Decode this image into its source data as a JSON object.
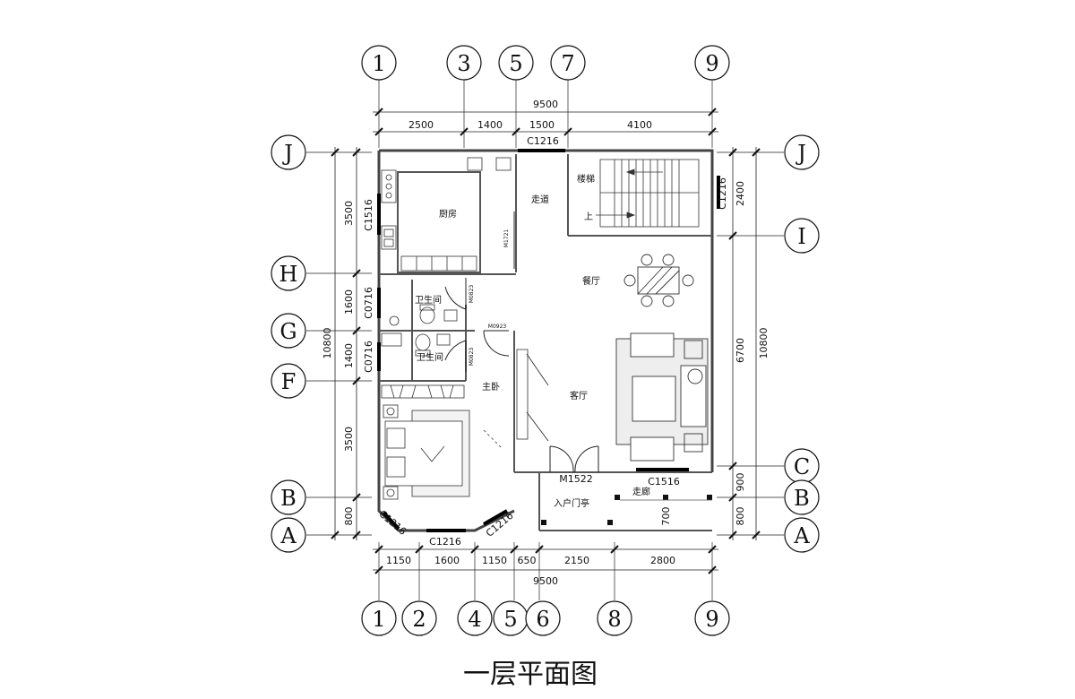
{
  "title": "一层平面图",
  "axes": {
    "top": [
      "1",
      "3",
      "5",
      "7",
      "9"
    ],
    "bottom": [
      "1",
      "2",
      "4",
      "5",
      "6",
      "8",
      "9"
    ],
    "left": [
      "J",
      "H",
      "G",
      "F",
      "B",
      "A"
    ],
    "right": [
      "J",
      "I",
      "C",
      "B",
      "A"
    ]
  },
  "dimensions": {
    "top_total": "9500",
    "top": [
      "2500",
      "1400",
      "1500",
      "4100"
    ],
    "bottom_total": "9500",
    "bottom": [
      "1150",
      "1600",
      "1150",
      "650",
      "2150",
      "2800"
    ],
    "left_total": "10800",
    "left": [
      "3500",
      "1600",
      "1400",
      "3500",
      "800"
    ],
    "right_total": "10800",
    "right": [
      "2400",
      "6700",
      "900",
      "800"
    ],
    "porch_700": "700"
  },
  "windows": {
    "north": "C1216",
    "stair_east": "C1216",
    "kitchen_west": "C1516",
    "bath1_west": "C0716",
    "bath2_west": "C0716",
    "bedroom_south": "C1216",
    "bedroom_sw": "C1216",
    "bedroom_se": "C1216",
    "living_south": "C1516"
  },
  "doors": {
    "entry": "M1522",
    "kitchen": "M1721",
    "bath1": "M0823",
    "bath2": "M0823",
    "bedroom": "M0923"
  },
  "rooms": {
    "kitchen": "厨房",
    "corridor": "走道",
    "stair": "楼梯",
    "stair_up": "上",
    "dining": "餐厅",
    "bath1": "卫生间",
    "bath2": "卫生间",
    "master_bedroom": "主卧",
    "living": "客厅",
    "entry_porch": "入户门亭",
    "veranda": "走廊"
  }
}
